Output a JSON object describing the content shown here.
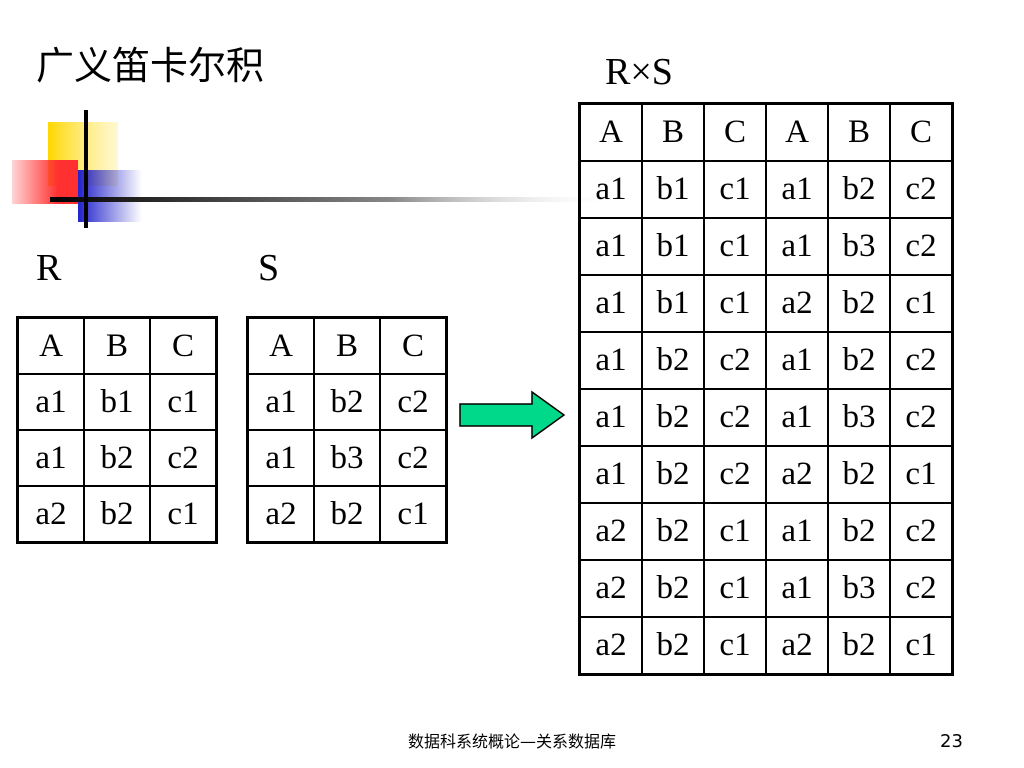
{
  "slide": {
    "title": "广义笛卡尔积",
    "footer": "数据科系统概论—关系数据库",
    "page_number": "23"
  },
  "relation_r": {
    "label": "R",
    "headers": [
      "A",
      "B",
      "C"
    ],
    "rows": [
      [
        "a1",
        "b1",
        "c1"
      ],
      [
        "a1",
        "b2",
        "c2"
      ],
      [
        "a2",
        "b2",
        "c1"
      ]
    ]
  },
  "relation_s": {
    "label": "S",
    "headers": [
      "A",
      "B",
      "C"
    ],
    "rows": [
      [
        "a1",
        "b2",
        "c2"
      ],
      [
        "a1",
        "b3",
        "c2"
      ],
      [
        "a2",
        "b2",
        "c1"
      ]
    ]
  },
  "product": {
    "label": "R×S",
    "headers": [
      "A",
      "B",
      "C",
      "A",
      "B",
      "C"
    ],
    "rows": [
      [
        "a1",
        "b1",
        "c1",
        "a1",
        "b2",
        "c2"
      ],
      [
        "a1",
        "b1",
        "c1",
        "a1",
        "b3",
        "c2"
      ],
      [
        "a1",
        "b1",
        "c1",
        "a2",
        "b2",
        "c1"
      ],
      [
        "a1",
        "b2",
        "c2",
        "a1",
        "b2",
        "c2"
      ],
      [
        "a1",
        "b2",
        "c2",
        "a1",
        "b3",
        "c2"
      ],
      [
        "a1",
        "b2",
        "c2",
        "a2",
        "b2",
        "c1"
      ],
      [
        "a2",
        "b2",
        "c1",
        "a1",
        "b2",
        "c2"
      ],
      [
        "a2",
        "b2",
        "c1",
        "a1",
        "b3",
        "c2"
      ],
      [
        "a2",
        "b2",
        "c1",
        "a2",
        "b2",
        "c1"
      ]
    ]
  },
  "colors": {
    "arrow_fill": "#00d98a",
    "deco_yellow": "#ffd700",
    "deco_red": "#ff3030",
    "deco_blue": "#2222cc"
  }
}
